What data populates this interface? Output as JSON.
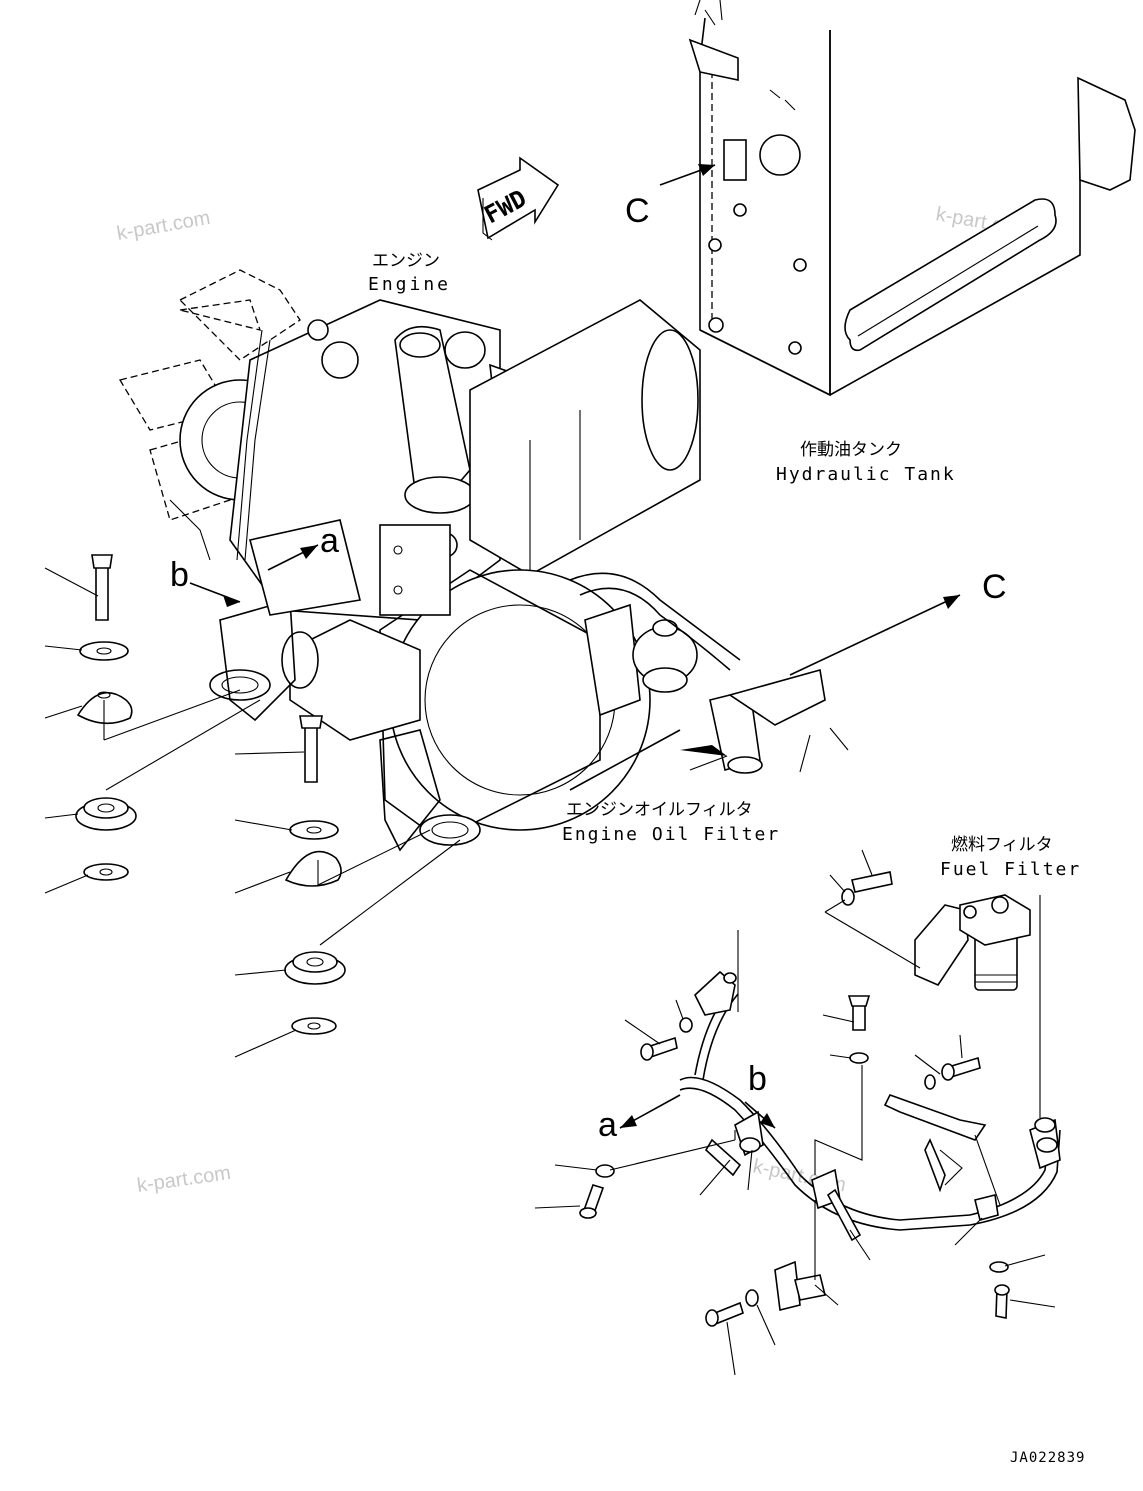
{
  "labels": {
    "engine_jp": "エンジン",
    "engine_en": "Engine",
    "tank_jp": "作動油タンク",
    "tank_en": "Hydraulic Tank",
    "oil_filter_jp": "エンジンオイルフィルタ",
    "oil_filter_en": "Engine Oil Filter",
    "fuel_filter_jp": "燃料フィルタ",
    "fuel_filter_en": "Fuel Filter",
    "fwd": "FWD"
  },
  "markers": {
    "a": "a",
    "b": "b",
    "c": "C"
  },
  "watermark": "k-part.com",
  "drawing_number": "JA022839"
}
